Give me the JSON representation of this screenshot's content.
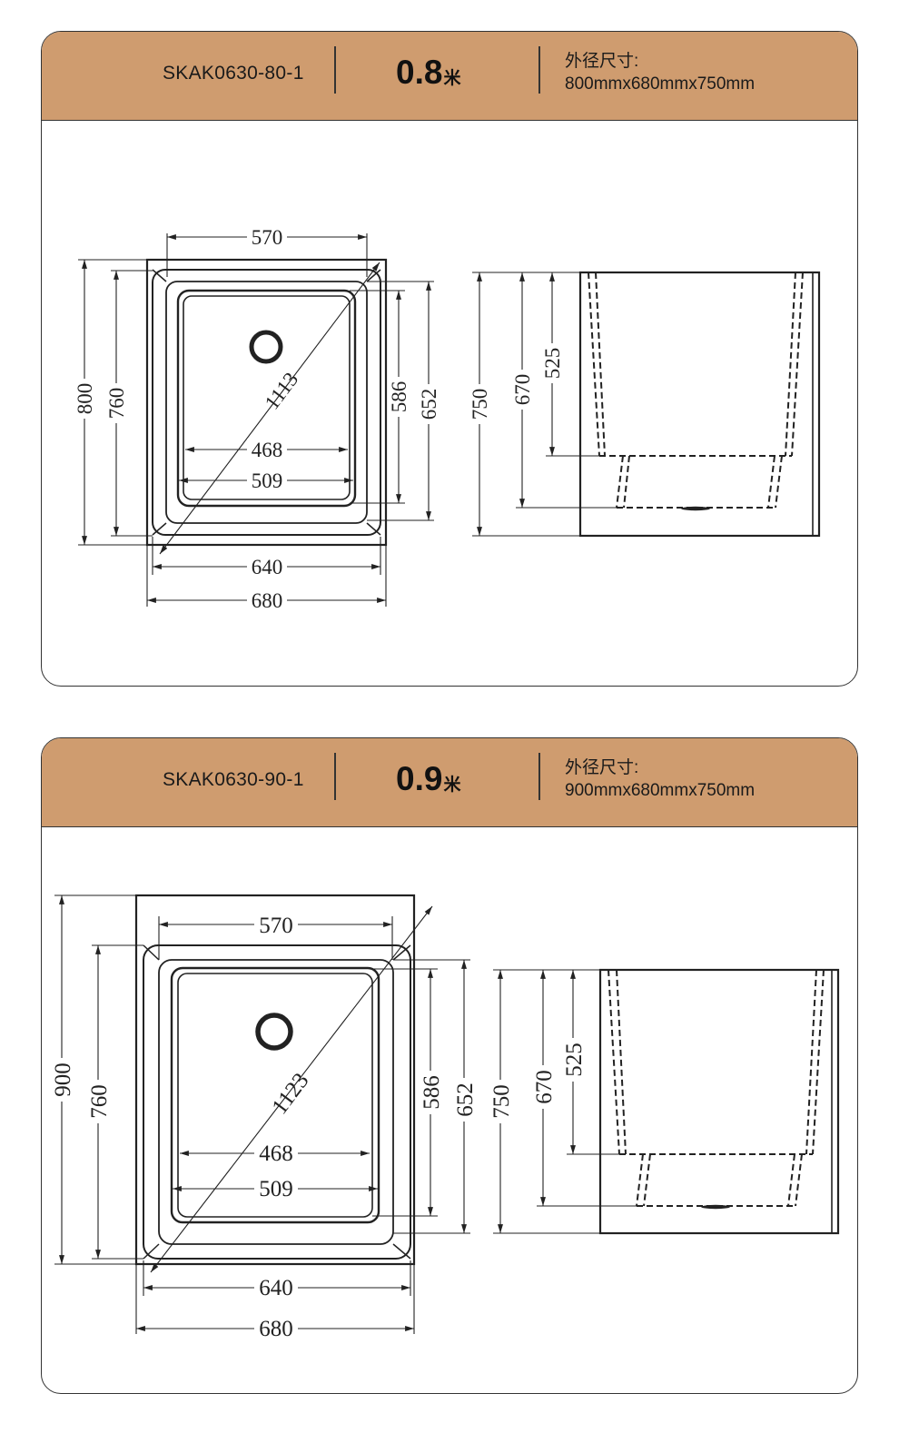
{
  "products": [
    {
      "model": "SKAK0630-80-1",
      "size": "0.8",
      "unit": "米",
      "dims_label": "外径尺寸:",
      "dims_value": "800mmx680mmx750mm",
      "top_view": {
        "w570": "570",
        "h800": "800",
        "h760": "760",
        "d1113": "1113",
        "h586": "586",
        "h652": "652",
        "w468": "468",
        "w509": "509",
        "w640": "640",
        "w680": "680"
      },
      "side_view": {
        "h750": "750",
        "h670": "670",
        "h525": "525"
      }
    },
    {
      "model": "SKAK0630-90-1",
      "size": "0.9",
      "unit": "米",
      "dims_label": "外径尺寸:",
      "dims_value": "900mmx680mmx750mm",
      "top_view": {
        "w570": "570",
        "h900": "900",
        "h760": "760",
        "d1123": "1123",
        "h586": "586",
        "h652": "652",
        "w468": "468",
        "w509": "509",
        "w640": "640",
        "w680": "680"
      },
      "side_view": {
        "h750": "750",
        "h670": "670",
        "h525": "525"
      }
    }
  ],
  "colors": {
    "header": "#cf9c6f",
    "line": "#222222"
  }
}
